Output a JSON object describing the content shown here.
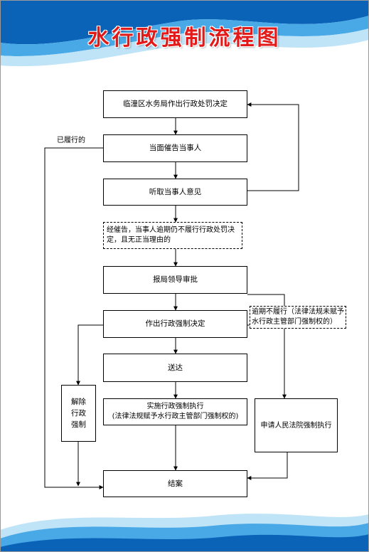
{
  "title": "水行政强制流程图",
  "colors": {
    "title": "#e21a1a",
    "wave_dark": "#0b63b8",
    "wave_light": "#49a9e6"
  },
  "boxes": {
    "decision": "临潼区水务局作出行政处罚决定",
    "notify": "当面催告当事人",
    "hear": "听取当事人意见",
    "reminded": "经催告，当事人逾期仍不履行行政处罚决定，且无正当理由的",
    "approve": "报局领导审批",
    "enforce_decision": "作出行政强制决定",
    "serve": "送达",
    "execute_line1": "实施行政强制执行",
    "execute_line2": "(法律法规赋予水行政主管部门强制权的)",
    "release": [
      "解除",
      "行政",
      "强制"
    ],
    "court": "申请人民法院强制执行",
    "close": "结案"
  },
  "labels": {
    "performed": "已履行的",
    "overdue_line1": "逾期不履行（法律法规未赋予",
    "overdue_line2": "水行政主管部门强制权的）"
  }
}
